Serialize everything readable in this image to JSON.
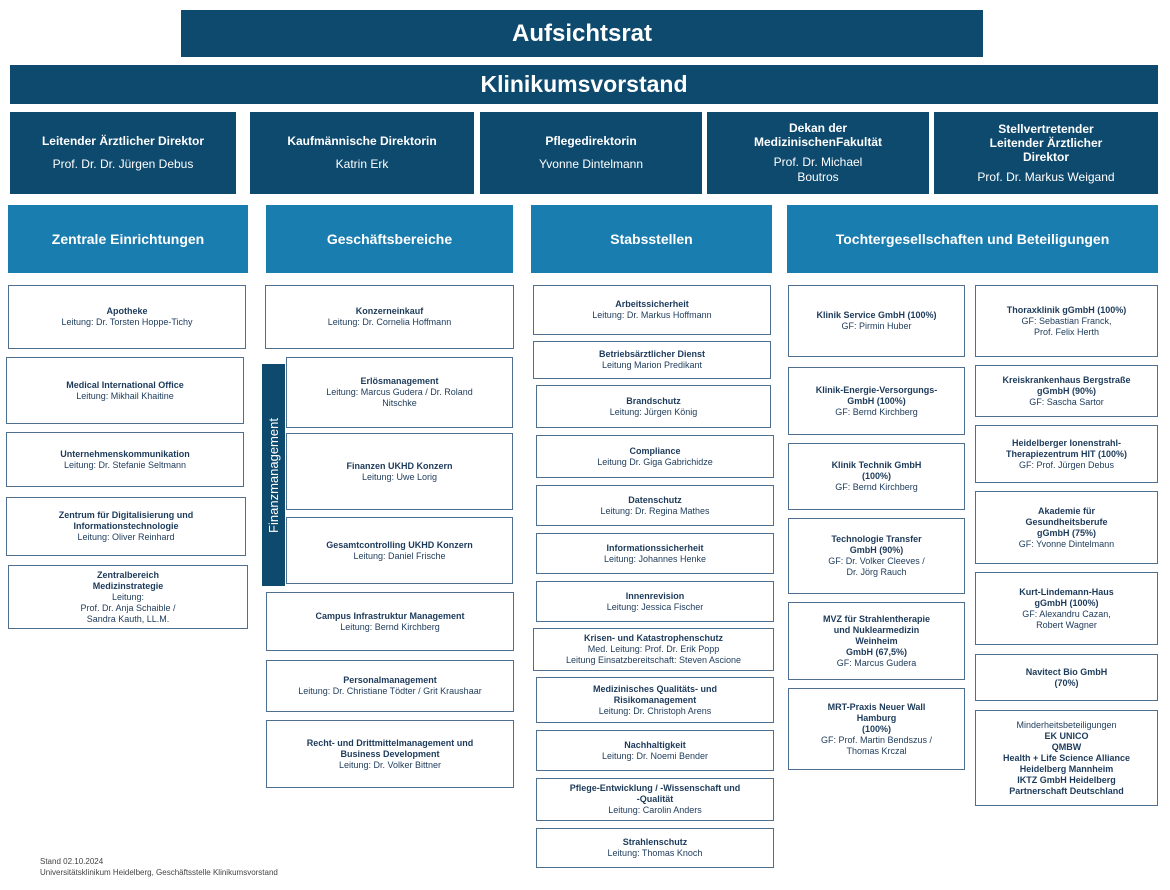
{
  "board": {
    "title": "Aufsichtsrat"
  },
  "executive": {
    "title": "Klinikumsvorstand"
  },
  "directors": [
    {
      "title": "Leitender Ärztlicher Direktor",
      "name": "Prof. Dr. Dr. Jürgen Debus"
    },
    {
      "title": "Kaufmännische Direktorin",
      "name": "Katrin Erk"
    },
    {
      "title": "Pflegedirektorin",
      "name": "Yvonne Dintelmann"
    },
    {
      "title": "Dekan der\nMedizinischenFakultät",
      "name": "Prof. Dr. Michael\nBoutros"
    },
    {
      "title": "Stellvertretender\nLeitender Ärztlicher\nDirektor",
      "name": "Prof. Dr. Markus Weigand"
    }
  ],
  "columns": {
    "zentrale": "Zentrale Einrichtungen",
    "geschaeft": "Geschäftsbereiche",
    "stab": "Stabsstellen",
    "tochter": "Tochtergesellschaften und Beteiligungen"
  },
  "zentrale_items": [
    {
      "title": "Apotheke",
      "lead": "Leitung: Dr. Torsten Hoppe-Tichy"
    },
    {
      "title": "Medical International Office",
      "lead": "Leitung: Mikhail Khaitine"
    },
    {
      "title": "Unternehmenskommunikation",
      "lead": "Leitung: Dr. Stefanie Seltmann"
    },
    {
      "title": "Zentrum für Digitalisierung und\nInformationstechnologie",
      "lead": "Leitung: Oliver Reinhard"
    },
    {
      "title": "Zentralbereich\nMedizinstrategie",
      "lead": "Leitung:\nProf. Dr. Anja Schaible /\nSandra Kauth, LL.M."
    }
  ],
  "finanz_label": "Finanzmanagement",
  "geschaeft_items": [
    {
      "title": "Konzerneinkauf",
      "lead": "Leitung:  Dr. Cornelia Hoffmann"
    },
    {
      "title": "Erlösmanagement",
      "lead": "Leitung: Marcus Gudera / Dr. Roland\nNitschke"
    },
    {
      "title": "Finanzen UKHD Konzern",
      "lead": "Leitung: Uwe Lorig"
    },
    {
      "title": "Gesamtcontrolling UKHD Konzern",
      "lead": "Leitung: Daniel Frische"
    },
    {
      "title": "Campus Infrastruktur Management",
      "lead": "Leitung: Bernd Kirchberg"
    },
    {
      "title": "Personalmanagement",
      "lead": "Leitung: Dr. Christiane Tödter / Grit Kraushaar"
    },
    {
      "title": "Recht- und Drittmittelmanagement und\nBusiness Development",
      "lead": "Leitung: Dr. Volker Bittner"
    }
  ],
  "stab_items": [
    {
      "title": "Arbeitssicherheit",
      "lead": "Leitung: Dr. Markus Hoffmann"
    },
    {
      "title": "Betriebsärztlicher Dienst",
      "lead": "Leitung Marion Predikant"
    },
    {
      "title": "Brandschutz",
      "lead": "Leitung: Jürgen König"
    },
    {
      "title": "Compliance",
      "lead": "Leitung Dr. Giga Gabrichidze"
    },
    {
      "title": "Datenschutz",
      "lead": "Leitung: Dr. Regina Mathes"
    },
    {
      "title": "Informationssicherheit",
      "lead": "Leitung: Johannes Henke"
    },
    {
      "title": "Innenrevision",
      "lead": "Leitung: Jessica Fischer"
    },
    {
      "title": "Krisen- und Katastrophenschutz",
      "lead": "Med. Leitung: Prof. Dr. Erik Popp\nLeitung Einsatzbereitschaft: Steven Ascione"
    },
    {
      "title": "Medizinisches Qualitäts- und\nRisikomanagement",
      "lead": "Leitung: Dr. Christoph Arens"
    },
    {
      "title": "Nachhaltigkeit",
      "lead": "Leitung: Dr. Noemi Bender"
    },
    {
      "title": "Pflege-Entwicklung / -Wissenschaft und\n-Qualität",
      "lead": "Leitung: Carolin Anders"
    },
    {
      "title": "Strahlenschutz",
      "lead": "Leitung: Thomas Knoch"
    }
  ],
  "tochter_left": [
    {
      "title": "Klinik Service GmbH (100%)",
      "lead": "GF: Pirmin Huber"
    },
    {
      "title": "Klinik-Energie-Versorgungs-\nGmbH (100%)",
      "lead": "GF: Bernd Kirchberg"
    },
    {
      "title": "Klinik Technik GmbH\n(100%)",
      "lead": "GF: Bernd Kirchberg"
    },
    {
      "title": "Technologie Transfer\nGmbH (90%)",
      "lead": "GF: Dr. Volker Cleeves /\nDr. Jörg Rauch"
    },
    {
      "title": "MVZ für Strahlentherapie\nund Nuklearmedizin\nWeinheim\nGmbH (67,5%)",
      "lead": "GF: Marcus Gudera"
    },
    {
      "title": "MRT-Praxis Neuer Wall\nHamburg\n(100%)",
      "lead": "GF: Prof. Martin Bendszus /\nThomas Krczal"
    }
  ],
  "tochter_right": [
    {
      "title": "Thoraxklinik gGmbH (100%)",
      "lead": "GF: Sebastian Franck,\nProf. Felix Herth"
    },
    {
      "title": "Kreiskrankenhaus Bergstraße\ngGmbH (90%)",
      "lead": "GF:  Sascha Sartor"
    },
    {
      "title": "Heidelberger Ionenstrahl-\nTherapiezentrum HIT (100%)",
      "lead": "GF: Prof. Jürgen Debus"
    },
    {
      "title": "Akademie für\nGesundheitsberufe\ngGmbH (75%)",
      "lead": "GF: Yvonne Dintelmann"
    },
    {
      "title": "Kurt-Lindemann-Haus\ngGmbH (100%)",
      "lead": "GF: Alexandru Cazan,\nRobert Wagner"
    },
    {
      "title": "Navitect Bio GmbH\n(70%)",
      "lead": ""
    }
  ],
  "minority": {
    "label": "Minderheitsbeteiligungen",
    "items": "EK UNICO\nQMBW\nHealth + Life Science Alliance\nHeidelberg Mannheim\nIKTZ GmbH Heidelberg\nPartnerschaft Deutschland"
  },
  "footer": {
    "date": "Stand 02.10.2024",
    "org": "Universitätsklinikum Heidelberg, Geschäftsstelle Klinikumsvorstand"
  }
}
